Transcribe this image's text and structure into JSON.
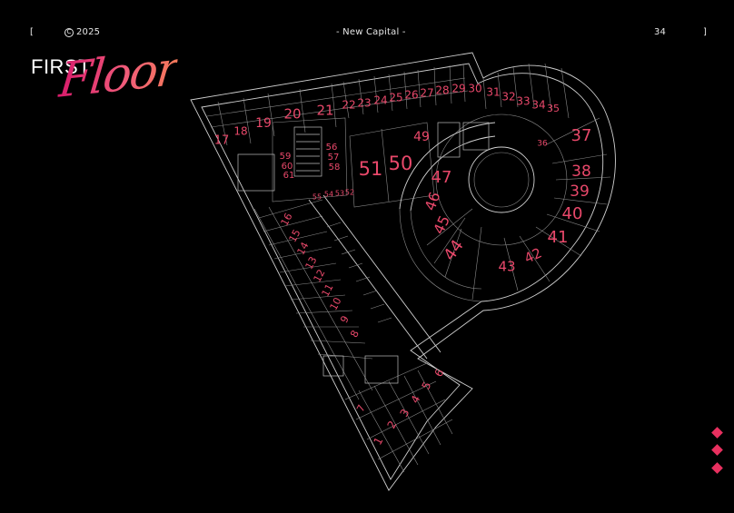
{
  "header": {
    "left_bracket": "[",
    "year": "2025",
    "project": "- New Capital -",
    "page_number": "34",
    "right_bracket": "]"
  },
  "title": {
    "line1": "FIRST",
    "line2": "Floor"
  },
  "colors": {
    "accent": "#e8486a",
    "background": "#000000",
    "line": "#cfcfcf"
  },
  "units": [
    {
      "label": "1"
    },
    {
      "label": "2"
    },
    {
      "label": "3"
    },
    {
      "label": "4"
    },
    {
      "label": "5"
    },
    {
      "label": "6"
    },
    {
      "label": "7"
    },
    {
      "label": "8"
    },
    {
      "label": "9"
    },
    {
      "label": "10"
    },
    {
      "label": "11"
    },
    {
      "label": "12"
    },
    {
      "label": "13"
    },
    {
      "label": "14"
    },
    {
      "label": "15"
    },
    {
      "label": "16"
    },
    {
      "label": "17"
    },
    {
      "label": "18"
    },
    {
      "label": "19"
    },
    {
      "label": "20"
    },
    {
      "label": "21"
    },
    {
      "label": "22"
    },
    {
      "label": "23"
    },
    {
      "label": "24"
    },
    {
      "label": "25"
    },
    {
      "label": "26"
    },
    {
      "label": "27"
    },
    {
      "label": "28"
    },
    {
      "label": "29"
    },
    {
      "label": "30"
    },
    {
      "label": "31"
    },
    {
      "label": "32"
    },
    {
      "label": "33"
    },
    {
      "label": "34"
    },
    {
      "label": "35"
    },
    {
      "label": "36"
    },
    {
      "label": "37"
    },
    {
      "label": "38"
    },
    {
      "label": "39"
    },
    {
      "label": "40"
    },
    {
      "label": "41"
    },
    {
      "label": "42"
    },
    {
      "label": "43"
    },
    {
      "label": "44"
    },
    {
      "label": "45"
    },
    {
      "label": "46"
    },
    {
      "label": "47"
    },
    {
      "label": "49"
    },
    {
      "label": "50"
    },
    {
      "label": "51"
    },
    {
      "label": "52"
    },
    {
      "label": "53"
    },
    {
      "label": "54"
    },
    {
      "label": "55"
    },
    {
      "label": "56"
    },
    {
      "label": "57"
    },
    {
      "label": "58"
    },
    {
      "label": "59"
    },
    {
      "label": "60"
    },
    {
      "label": "61"
    }
  ],
  "nav": {
    "icon": "diamond-icon",
    "count": 3
  }
}
